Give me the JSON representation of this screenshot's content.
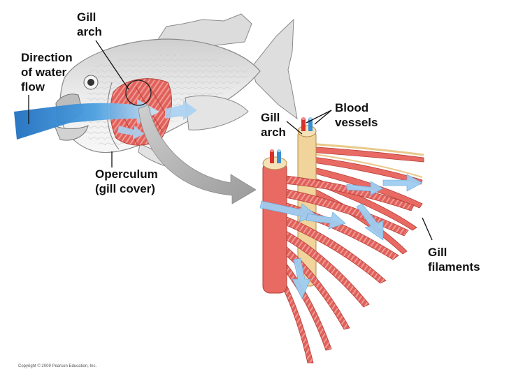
{
  "diagram": {
    "labels": {
      "gill_arch_top": [
        "Gill",
        "arch"
      ],
      "direction_of_water_flow": [
        "Direction",
        "of water",
        "flow"
      ],
      "operculum": [
        "Operculum",
        "(gill cover)"
      ],
      "gill_arch_detail": [
        "Gill",
        "arch"
      ],
      "blood_vessels": [
        "Blood",
        "vessels"
      ],
      "gill_filaments": [
        "Gill",
        "filaments"
      ]
    },
    "copyright": "Copyright © 2009 Pearson Education, Inc."
  },
  "colors": {
    "fish_body": "#e6e6e6",
    "fish_outline": "#8a8a8a",
    "gill_red": "#d9534f",
    "gill_red_light": "#f08a84",
    "water_blue": "#3f8fd6",
    "water_light": "#a8d2f2",
    "arrow_gray": "#9a9a9a",
    "bone": "#f3d9a6",
    "vessel_red": "#d8302a",
    "vessel_blue": "#3b8fd0"
  }
}
